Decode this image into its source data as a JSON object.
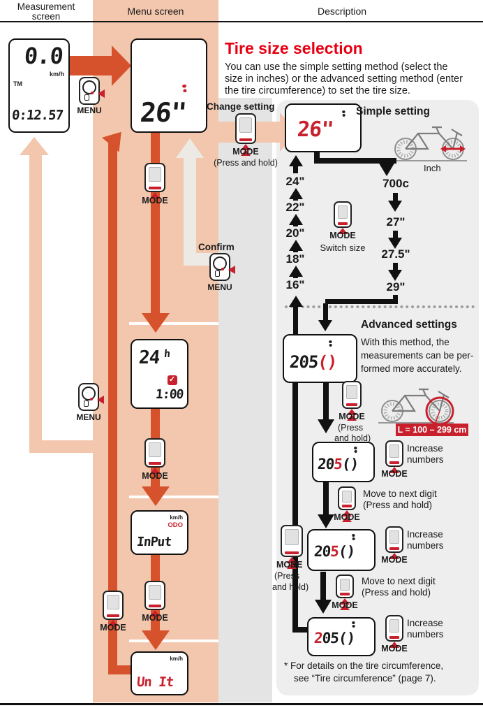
{
  "headers": {
    "measurement": "Measurement screen",
    "menu": "Menu screen",
    "description": "Description"
  },
  "labels": {
    "mode": "MODE",
    "menu": "MENU",
    "confirm": "Confirm",
    "change_setting": "Change setting",
    "press_hold": "(Press and hold)",
    "press_short": "(Press",
    "and_hold": "and hold)",
    "switch_size": "Switch size",
    "increase_1": "Increase",
    "increase_2": "numbers",
    "move_next": "Move to next digit",
    "inch": "Inch"
  },
  "measurement_lcd": {
    "speed": "0.0",
    "unit": "km/h",
    "tm": "TM",
    "time": "0:12.57"
  },
  "menu_lcds": {
    "tire": "26\"",
    "clock_main": "24",
    "clock_h": "h",
    "clock_value": "1:00",
    "input_unit": "km/h",
    "input_odo": "ODO",
    "input_text": "InPut",
    "unit_label": "km/h",
    "unit_text": "Un It"
  },
  "description": {
    "title": "Tire size selection",
    "body_lines": [
      "You can use the simple setting method (select the",
      "size in inches) or the advanced setting method (enter",
      "the tire circumference) to set the tire size."
    ],
    "simple": {
      "heading": "Simple setting",
      "lcd": "26\"",
      "sizes_left": [
        "24\"",
        "22\"",
        "20\"",
        "18\"",
        "16\""
      ],
      "sizes_right": [
        "700c",
        "27\"",
        "27.5\"",
        "29\""
      ]
    },
    "advanced": {
      "heading": "Advanced settings",
      "body_lines": [
        "With this method, the",
        "measurements can be per-",
        "formed more accurately."
      ],
      "badge": "L = 100 – 299 cm",
      "lcd1": {
        "pre": "205",
        "red": "()",
        "post": ""
      },
      "lcd2": {
        "pre": "20",
        "red": "5",
        "post": "()"
      },
      "lcd3": {
        "pre": "20",
        "red": "5",
        "post": "()"
      },
      "lcd4": {
        "pre": "",
        "red": "2",
        "post": "05()"
      }
    },
    "footnote_lines": [
      "* For details on the tire circumference,",
      "see “Tire circumference” (page 7)."
    ]
  },
  "colors": {
    "accent_red": "#e60012",
    "lcd_red": "#c8202c",
    "orange_dark": "#d6522c",
    "pink_band": "#f2c7ad"
  }
}
